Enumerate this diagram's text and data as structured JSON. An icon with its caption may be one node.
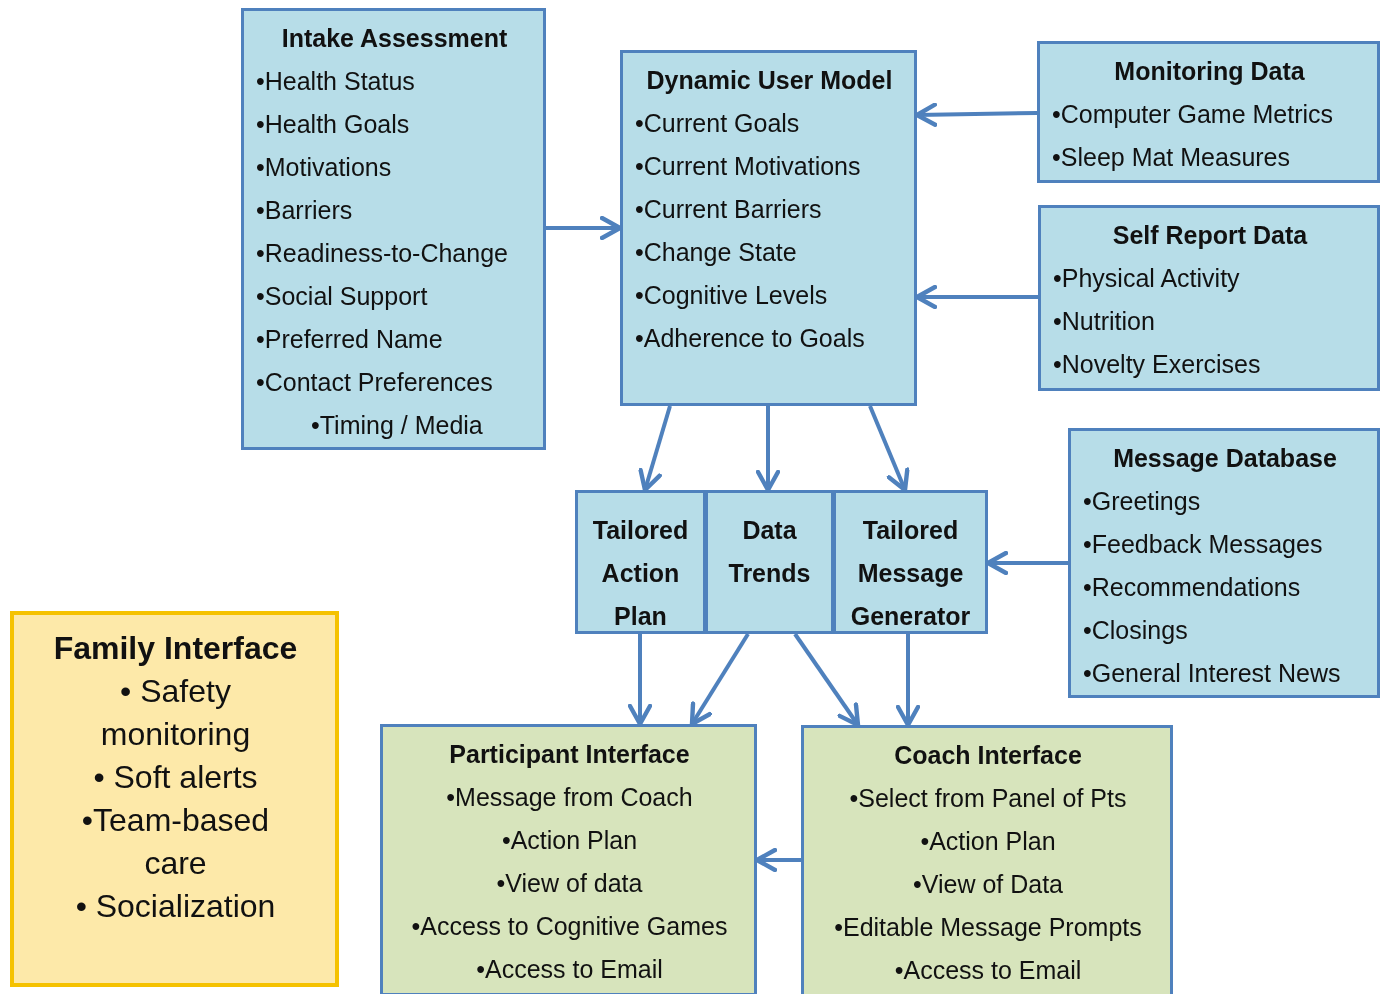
{
  "diagram": {
    "nodes": [
      {
        "text": [
          "Intake Assessment",
          "•Health Status",
          "•Health Goals",
          "•Motivations",
          "•Barriers",
          "•Readiness-to-Change",
          "•Social Support",
          "•Preferred Name",
          "•Contact Preferences",
          "•Timing / Media"
        ]
      },
      {
        "text": [
          "Dynamic User Model",
          "•Current Goals",
          "•Current Motivations",
          "•Current Barriers",
          "•Change State",
          "•Cognitive Levels",
          "•Adherence to Goals"
        ]
      },
      {
        "text": [
          "Monitoring Data",
          "•Computer Game Metrics",
          "•Sleep Mat Measures"
        ]
      },
      {
        "text": [
          "Self Report Data",
          "•Physical Activity",
          "•Nutrition",
          "•Novelty Exercises"
        ]
      },
      {
        "text": [
          "Tailored Action Plan"
        ]
      },
      {
        "text": [
          "Data Trends"
        ]
      },
      {
        "text": [
          "Tailored Message Generator"
        ]
      },
      {
        "text": [
          "Message Database",
          "•Greetings",
          "•Feedback Messages",
          "•Recommendations",
          "•Closings",
          "•General Interest News"
        ]
      },
      {
        "text": [
          "Participant Interface",
          "•Message from Coach",
          "•Action Plan",
          "•View of data",
          "•Access to Cognitive Games",
          "•Access to Email"
        ]
      },
      {
        "text": [
          "Coach Interface",
          "•Select from Panel of Pts",
          "•Action Plan",
          "•View of Data",
          "•Editable Message Prompts",
          "•Access to Email"
        ]
      },
      {
        "text": [
          "Family Interface",
          "• Safety monitoring",
          "• Soft alerts",
          "•Team-based care",
          "• Socialization"
        ]
      }
    ],
    "edges": [
      {
        "from": 0,
        "to": 1,
        "arrow": "to"
      },
      {
        "from": 2,
        "to": 1,
        "arrow": "to"
      },
      {
        "from": 3,
        "to": 1,
        "arrow": "to"
      },
      {
        "from": 1,
        "to": 4,
        "arrow": "to"
      },
      {
        "from": 1,
        "to": 5,
        "arrow": "to"
      },
      {
        "from": 1,
        "to": 6,
        "arrow": "to"
      },
      {
        "from": 7,
        "to": 6,
        "arrow": "to"
      },
      {
        "from": 4,
        "to": 8,
        "arrow": "to"
      },
      {
        "from": 5,
        "to": 8,
        "arrow": "to"
      },
      {
        "from": 5,
        "to": 9,
        "arrow": "to"
      },
      {
        "from": 6,
        "to": 9,
        "arrow": "to"
      },
      {
        "from": 9,
        "to": 8,
        "arrow": "to"
      }
    ]
  }
}
